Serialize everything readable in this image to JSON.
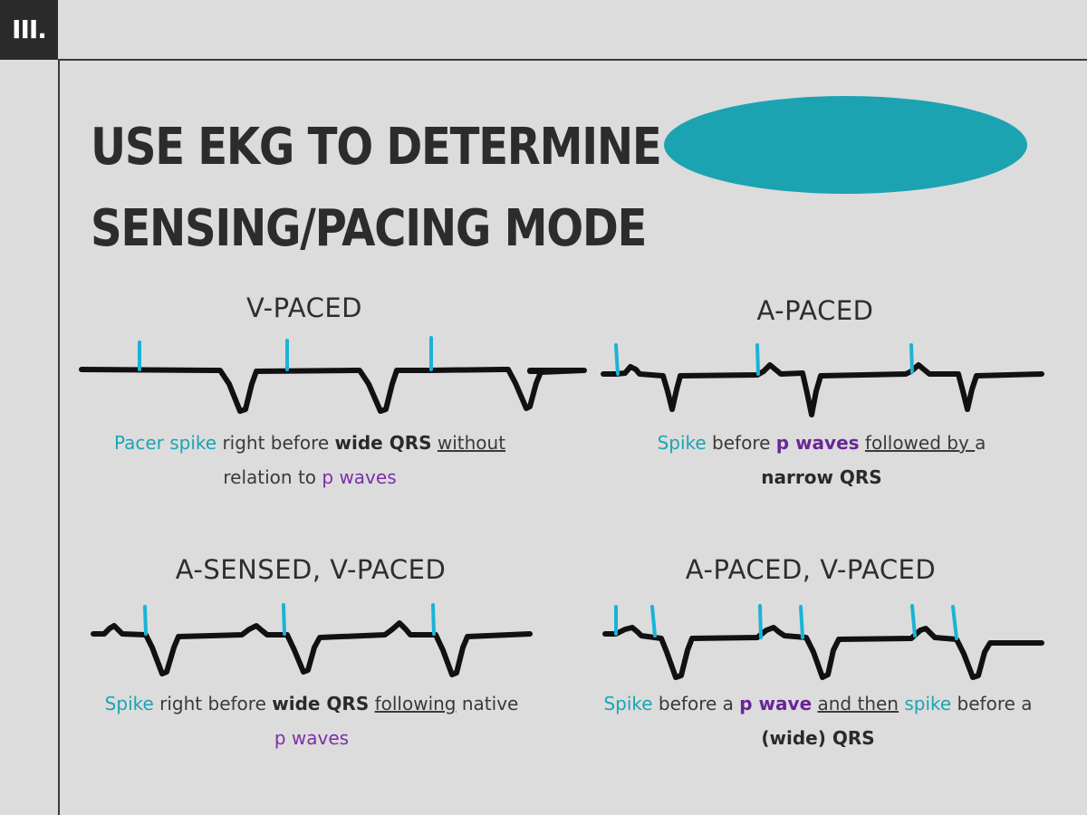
{
  "section": "III.",
  "title": "Use EKG to determine sensing/pacing mode",
  "panels": {
    "v_paced": {
      "title": "V-PACED",
      "desc": {
        "p1": "Pacer spike",
        "p2": " right before ",
        "p3": "wide QRS",
        "p4": " ",
        "p5": "without",
        "p6": "relation to ",
        "p7": "p waves"
      }
    },
    "a_paced": {
      "title": "A-PACED",
      "desc": {
        "p1": "Spike",
        "p2": " before ",
        "p3": "p waves",
        "p4": " ",
        "p5": "followed by ",
        "p6": "a",
        "p7": "narrow QRS"
      }
    },
    "a_sensed_v_paced": {
      "title": "A-SENSED, V-PACED",
      "desc": {
        "p1": "Spike",
        "p2": " right before ",
        "p3": "wide QRS",
        "p4": " ",
        "p5": "following",
        "p6": " native",
        "p7": "p waves"
      }
    },
    "a_paced_v_paced": {
      "title": "A-PACED, V-PACED",
      "desc": {
        "p1": "Spike",
        "p2": " before a ",
        "p3": "p wave",
        "p4": " ",
        "p5": "and then",
        "p6": " ",
        "p7": "spike",
        "p8": " before a",
        "p9": "(wide) QRS"
      }
    }
  },
  "colors": {
    "background": "#dcdcdc",
    "accent_teal": "#1ca3b2",
    "spike_blue": "#1ab3d6",
    "purple": "#7b2fa8",
    "trace": "#111111"
  }
}
